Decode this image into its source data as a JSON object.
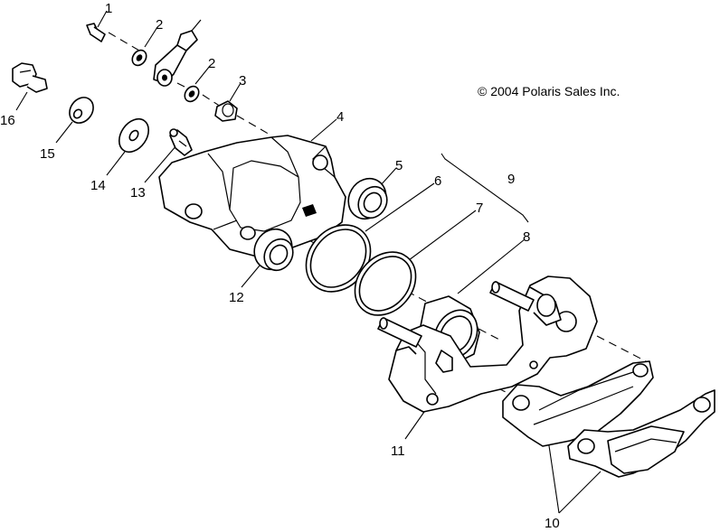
{
  "copyright": "© 2004 Polaris Sales Inc.",
  "callouts": {
    "c1": "1",
    "c2a": "2",
    "c2b": "2",
    "c3": "3",
    "c4": "4",
    "c5": "5",
    "c6": "6",
    "c7": "7",
    "c8": "8",
    "c9": "9",
    "c10": "10",
    "c11": "11",
    "c12": "12",
    "c13": "13",
    "c14": "14",
    "c15": "15",
    "c16": "16"
  }
}
